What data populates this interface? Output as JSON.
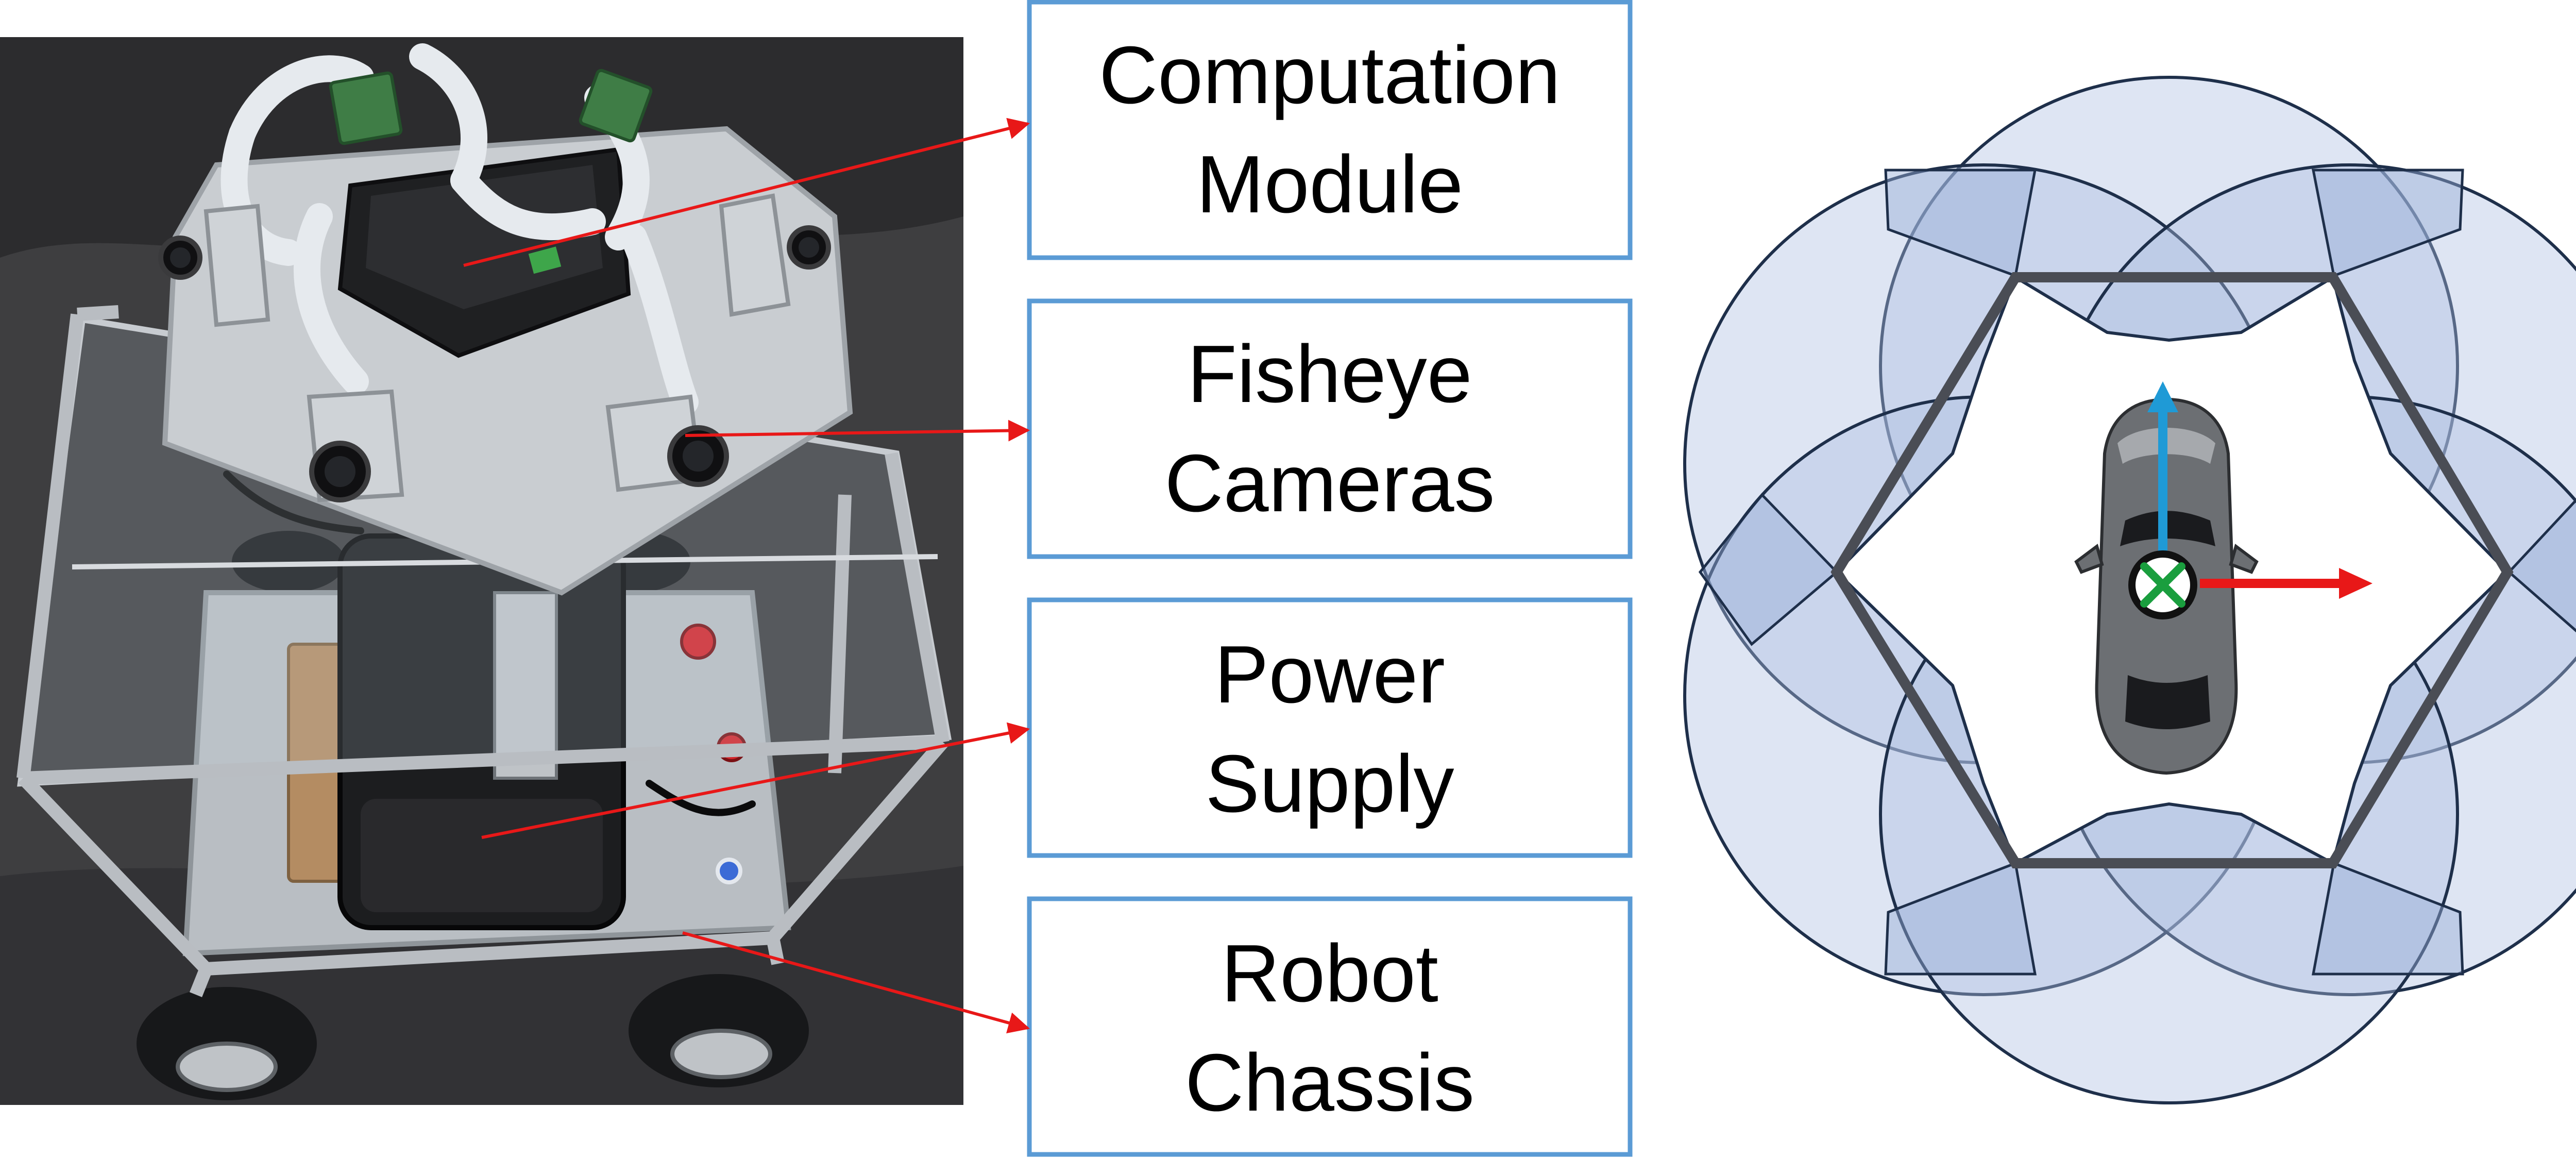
{
  "labels": {
    "computation": [
      "Computation",
      "Module"
    ],
    "fisheye": [
      "Fisheye",
      "Cameras"
    ],
    "power": [
      "Power",
      "Supply"
    ],
    "chassis": [
      "Robot",
      "Chassis"
    ]
  },
  "colors": {
    "label_border": "#5b9bd5",
    "callout_arrow": "#e81818",
    "fov_fill": "#adbee2",
    "fov_outline": "#1e2f4a",
    "forward_axis": "#1f9ad6",
    "lateral_axis": "#e81818",
    "origin_marker": "#1a9e3e"
  },
  "icons": {
    "origin": "circle-x-icon",
    "forward_axis": "arrow-up-icon",
    "lateral_axis": "arrow-right-icon"
  },
  "diagram": {
    "camera_count": 6,
    "layout": "hexagonal surround-view"
  }
}
